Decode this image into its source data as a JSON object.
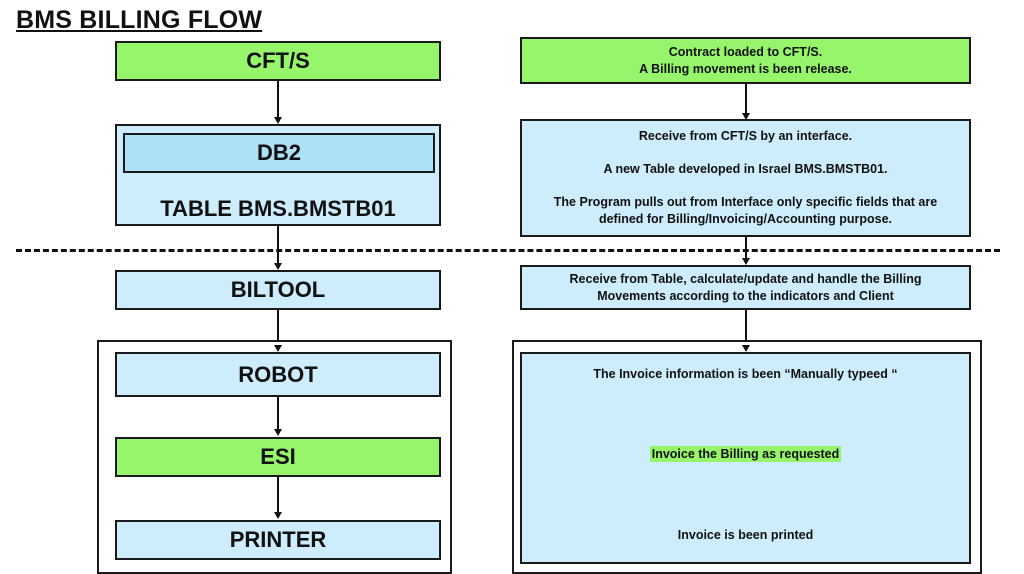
{
  "title": "BMS BILLING FLOW",
  "left": {
    "cft": "CFT/S",
    "db2": "DB2",
    "table": "TABLE BMS.BMSTB01",
    "biltool": "BILTOOL",
    "robot": "ROBOT",
    "esi": "ESI",
    "printer": "PRINTER"
  },
  "right": {
    "contract": [
      "Contract loaded to CFT/S.",
      "A Billing movement is been release."
    ],
    "receive_cft": "Receive from CFT/S by an interface.",
    "new_table": "A new Table developed in Israel BMS.BMSTB01.",
    "program_pulls": [
      "The Program pulls out from Interface only specific fields that are",
      "defined for Billing/Invoicing/Accounting purpose."
    ],
    "receive_table": [
      "Receive from Table, calculate/update and handle the Billing",
      "Movements according to the indicators and Client"
    ],
    "manually_typed": "The Invoice information is been “Manually typeed “",
    "invoice_billing": "Invoice the Billing as requested",
    "invoice_printed": "Invoice is been printed"
  },
  "colors": {
    "green": "#96f56a",
    "light_blue": "#cdedfc",
    "db2_blue": "#aee0f8"
  }
}
